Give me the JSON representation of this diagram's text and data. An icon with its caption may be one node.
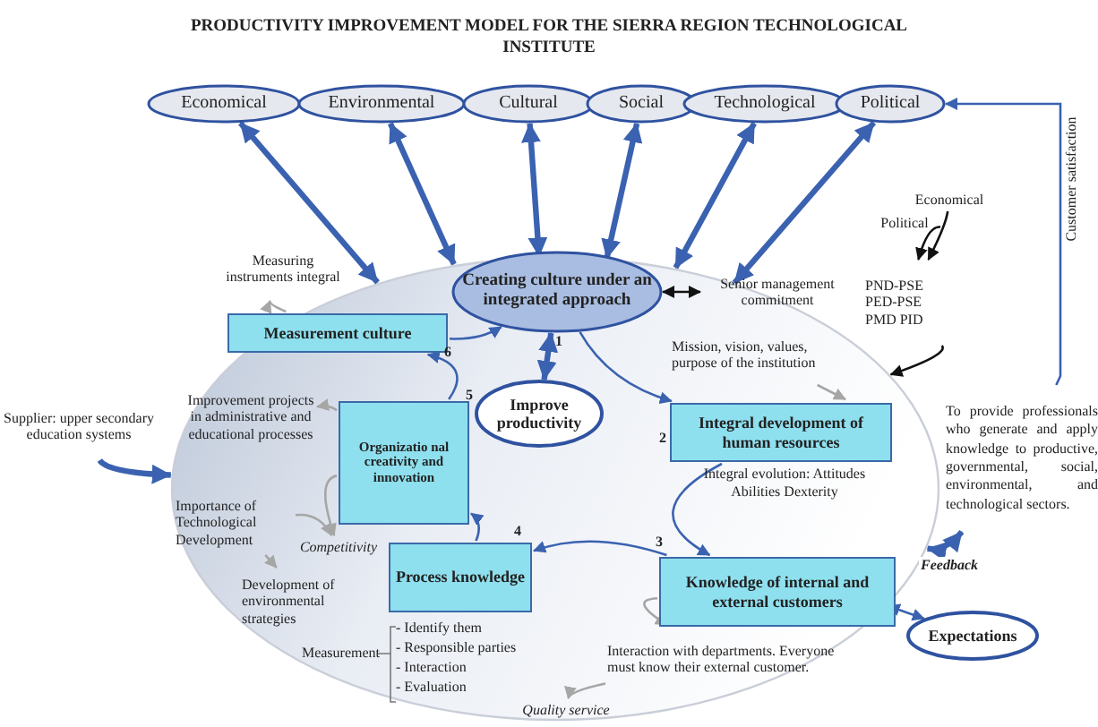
{
  "diagram": {
    "title": "PRODUCTIVITY IMPROVEMENT MODEL FOR THE SIERRA REGION TECHNOLOGICAL INSTITUTE",
    "nodes": [
      {
        "text": [],
        "shape": "circle"
      },
      {
        "text": [
          "Economical"
        ]
      },
      {
        "text": [
          "Environmental"
        ]
      },
      {
        "text": [
          "Cultural"
        ]
      },
      {
        "text": [
          "Social"
        ]
      },
      {
        "text": [
          "Technological"
        ]
      },
      {
        "text": [
          "Political"
        ]
      },
      {
        "text": [
          "Creating culture under an integrated approach"
        ],
        "in": 0
      },
      {
        "text": [
          "Improve productivity"
        ],
        "in": 0
      },
      {
        "text": [
          "Measurement culture"
        ],
        "in": 0
      },
      {
        "text": [
          "Organizatio nal creativity and innovation"
        ],
        "in": 0
      },
      {
        "text": [
          "Integral development of human resources"
        ],
        "in": 0
      },
      {
        "text": [
          "Process knowledge"
        ],
        "in": 0
      },
      {
        "text": [
          "Knowledge of internal and external customers"
        ],
        "in": 0
      },
      {
        "text": [
          "Expectations"
        ]
      },
      {
        "text": [
          "Measuring instruments integral"
        ]
      },
      {
        "text": [
          "Senior management commitment"
        ],
        "in": 0
      },
      {
        "text": [
          "Mission, vision, values, purpose of the institution"
        ],
        "in": 0
      },
      {
        "text": [
          "Improvement projects in administrative and educational processes"
        ],
        "in": 0
      },
      {
        "text": [
          "Competitivity"
        ],
        "in": 0
      },
      {
        "text": [
          "Importance of Technological Development"
        ],
        "in": 0
      },
      {
        "text": [
          "Development of environmental strategies"
        ],
        "in": 0
      },
      {
        "text": [
          "Interaction with departments. Everyone must know their external customer."
        ],
        "in": 0
      },
      {
        "text": [
          "Quality service"
        ],
        "in": 0
      },
      {
        "text": [
          "Supplier: upper secondary education systems"
        ]
      },
      {
        "text": [
          "Economical"
        ]
      },
      {
        "text": [
          "Political"
        ]
      },
      {
        "text": [
          "PND-PSE PED-PSE PMD PID"
        ]
      },
      {
        "text": [
          "To provide professionals who generate and apply knowledge to productive, governmental, social, environmental, and technological sectors."
        ]
      }
    ],
    "edges": [
      {
        "from": 1,
        "to": 0,
        "arrow": "both",
        "style": "thick"
      },
      {
        "from": 2,
        "to": 0,
        "arrow": "both",
        "style": "thick"
      },
      {
        "from": 3,
        "to": 0,
        "arrow": "both",
        "style": "thick"
      },
      {
        "from": 4,
        "to": 0,
        "arrow": "both",
        "style": "thick"
      },
      {
        "from": 5,
        "to": 0,
        "arrow": "both",
        "style": "thick"
      },
      {
        "from": 6,
        "to": 0,
        "arrow": "both",
        "style": "thick"
      },
      {
        "from": 7,
        "to": 11,
        "arrow": "to"
      },
      {
        "from": 11,
        "to": 13,
        "arrow": "to"
      },
      {
        "from": 13,
        "to": 12,
        "arrow": "to"
      },
      {
        "from": 12,
        "to": 10,
        "arrow": "to"
      },
      {
        "from": 10,
        "to": 9,
        "arrow": "to"
      },
      {
        "from": 9,
        "to": 7,
        "arrow": "to"
      },
      {
        "from": 7,
        "to": 8,
        "arrow": "both",
        "style": "thick"
      },
      {
        "from": 7,
        "to": 16,
        "arrow": "both",
        "color": "#111111"
      },
      {
        "from": 9,
        "to": 15,
        "arrow": "to",
        "color": "#a6a6a6"
      },
      {
        "from": 10,
        "to": 18,
        "arrow": "to",
        "color": "#a6a6a6"
      },
      {
        "from": 10,
        "to": 19,
        "arrow": "to",
        "color": "#a6a6a6"
      },
      {
        "from": 20,
        "to": 19,
        "arrow": "to",
        "color": "#a6a6a6"
      },
      {
        "from": 20,
        "to": 21,
        "arrow": "to",
        "color": "#a6a6a6"
      },
      {
        "from": 13,
        "to": 22,
        "arrow": "to",
        "color": "#a6a6a6"
      },
      {
        "from": 22,
        "to": 23,
        "arrow": "to",
        "color": "#a6a6a6"
      },
      {
        "from": 17,
        "to": null,
        "arrow": "to",
        "color": "#a6a6a6"
      },
      {
        "from": 24,
        "to": 0,
        "arrow": "to",
        "style": "thick"
      },
      {
        "from": 25,
        "to": 27,
        "arrow": "to",
        "color": "#111111"
      },
      {
        "from": 26,
        "to": 27,
        "arrow": "to",
        "color": "#111111"
      },
      {
        "from": 27,
        "to": 0,
        "arrow": "to",
        "color": "#111111"
      },
      {
        "from": 0,
        "to": 28,
        "arrow": "both",
        "style": "thick",
        "label": "Feedback"
      },
      {
        "from": 28,
        "to": 6,
        "arrow": "to",
        "label": "Customer satisfaction"
      },
      {
        "from": 0,
        "to": 14,
        "arrow": "both"
      }
    ],
    "labels": [
      "6",
      "1",
      "5",
      "2",
      "4",
      "3",
      "Integral evolution: Attitudes Abilities Dexterity",
      "Measurement",
      "- Identify them",
      "- Responsible parties",
      "- Interaction",
      "- Evaluation"
    ]
  }
}
